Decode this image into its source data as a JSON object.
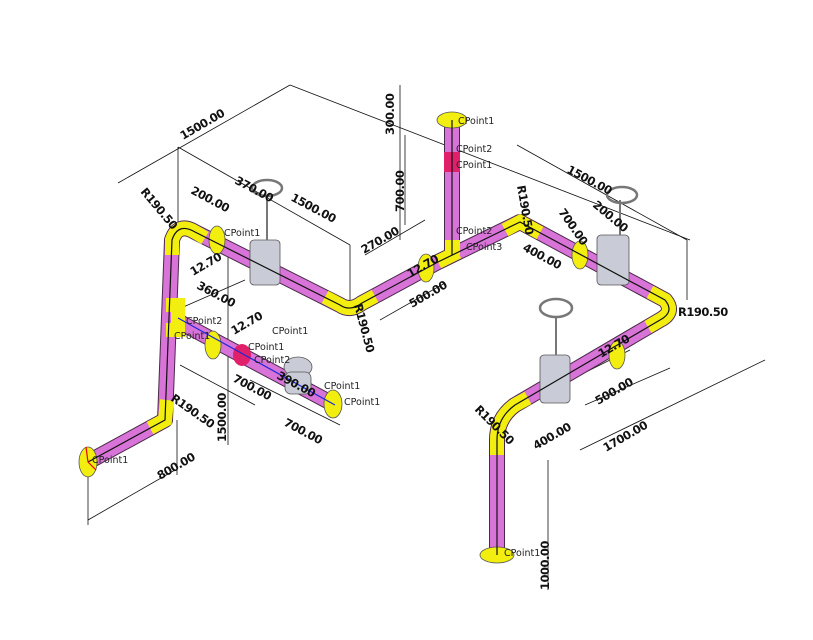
{
  "colors": {
    "pipe": "#d873d8",
    "fitting": "#f2ee10",
    "reducer": "#e0206a",
    "valve": "#c9ccd6",
    "dimension": "#111111"
  },
  "dimensions": [
    "1500.00",
    "1500.00",
    "R190.50",
    "200.00",
    "370.00",
    "12.70",
    "300.00",
    "700.00",
    "270.00",
    "12.70",
    "500.00",
    "R190.50",
    "R190.50",
    "1500.00",
    "700.00",
    "200.00",
    "400.00",
    "R190.50",
    "12.70",
    "500.00",
    "400.00",
    "1700.00",
    "R190.50",
    "1000.00",
    "360.00",
    "1500.00",
    "12.70",
    "700.00",
    "390.00",
    "700.00",
    "R190.50",
    "800.00"
  ],
  "points": {
    "cpoint1": "CPoint1",
    "cpoint2": "CPoint2",
    "cpoint3": "CPoint3"
  }
}
